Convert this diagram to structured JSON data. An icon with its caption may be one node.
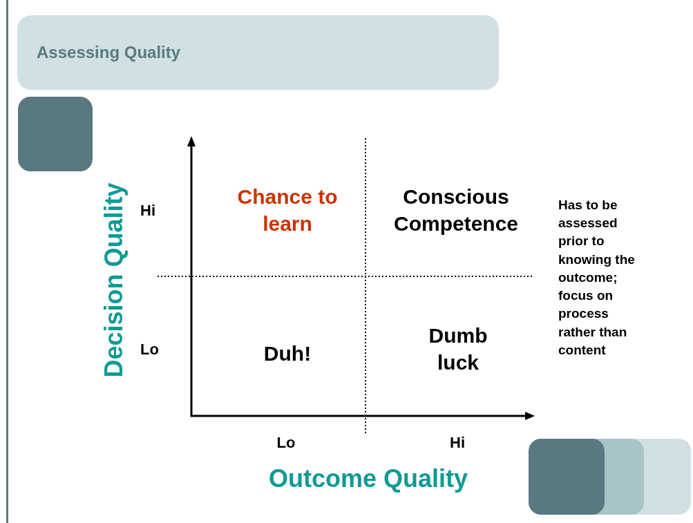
{
  "diagram": {
    "title": "Assessing Quality",
    "labels": [
      "Hi",
      "Chance to learn",
      "Conscious Competence",
      "Has to be assessed prior to knowing the outcome; focus on process rather than content",
      "Decision Quality",
      "Lo",
      "Duh!",
      "Dumb luck",
      "Lo",
      "Hi",
      "Outcome Quality"
    ]
  }
}
